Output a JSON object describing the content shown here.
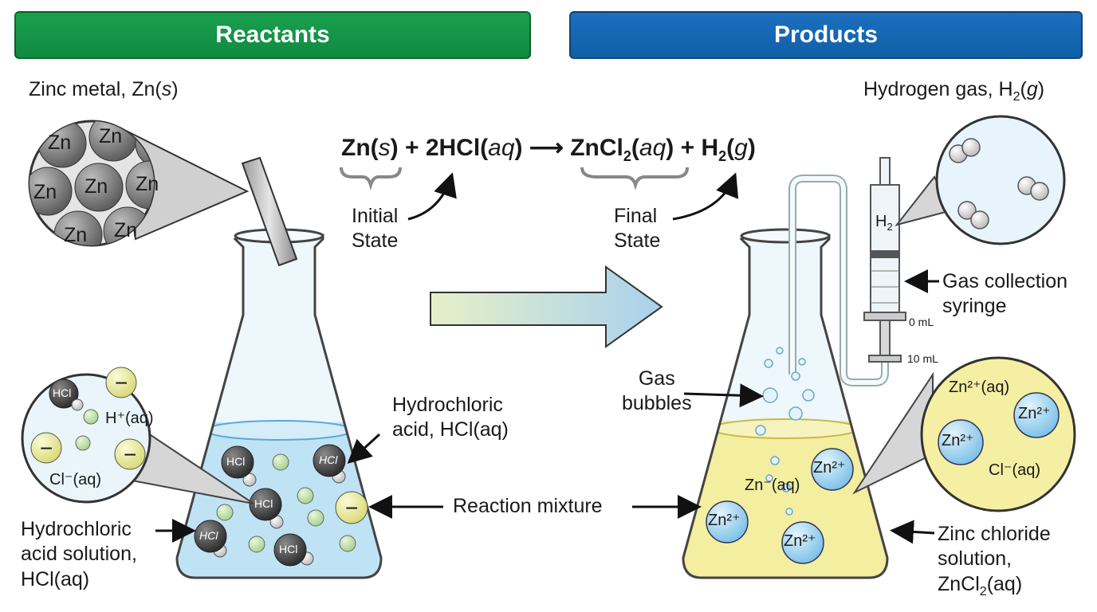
{
  "headers": {
    "reactants": "Reactants",
    "products": "Products"
  },
  "equation": {
    "zn": "Zn(",
    "zn_state": "s",
    "zn_close": ")",
    "plus1": " + 2HCl(",
    "hcl_state": "aq",
    "hcl_close": ")",
    "arrow": " ⟶ ",
    "zncl": "ZnCl",
    "zncl_sub": "2",
    "zncl_open": "(",
    "zncl_state": "aq",
    "zncl_close": ")",
    "plus2": " + H",
    "h_sub": "2",
    "h_open": "(",
    "h_state": "g",
    "h_close": ")"
  },
  "state_labels": {
    "initial_1": "Initial",
    "initial_2": "State",
    "final_1": "Final",
    "final_2": "State"
  },
  "labels": {
    "zinc_metal": "Zinc metal, Zn(",
    "zinc_metal_state": "s",
    "zinc_metal_close": ")",
    "hydrogen_gas": "Hydrogen gas, H",
    "hydrogen_sub": "2",
    "hydrogen_open": "(",
    "hydrogen_state": "g",
    "hydrogen_close": ")",
    "gas_collection_1": "Gas collection",
    "gas_collection_2": "syringe",
    "gas_bubbles_1": "Gas",
    "gas_bubbles_2": "bubbles",
    "hcl_aq_1": "Hydrochloric",
    "hcl_aq_2": "acid, HCl(aq)",
    "reaction_mixture": "Reaction mixture",
    "hcl_solution_1": "Hydrochloric",
    "hcl_solution_2": "acid solution,",
    "hcl_solution_3": "HCl(aq)",
    "zncl_solution_1": "Zinc chloride",
    "zncl_solution_2": "solution,",
    "zncl_solution_3": "ZnCl",
    "zncl_solution_sub": "2",
    "zncl_solution_4": "(aq)",
    "syringe_0": "0 mL",
    "syringe_10": "10 mL",
    "syringe_h2": "H",
    "syringe_h2_sub": "2"
  },
  "particles": {
    "zn": "Zn",
    "hcl": "HCl",
    "minus": "−",
    "h_plus": "H⁺(aq)",
    "cl_minus": "Cl⁻(aq)",
    "zn2_aq": "Zn²⁺(aq)",
    "zn2": "Zn²⁺",
    "zn_minus_aq": "Zn⁻(aq)"
  },
  "colors": {
    "reactants_green": "#1aa04f",
    "products_blue": "#1c6fbf",
    "hcl_liquid": "#bfe3f5",
    "zncl2_liquid": "#f3eea0",
    "zn_sphere": "#7a7a7a",
    "cl_ion": "#eef0a8",
    "h_ion": "#c7e6b0",
    "zn2_ion": "#a9d8f2"
  },
  "icons": [
    "zinc-strip-icon",
    "flask-icon",
    "syringe-icon",
    "reaction-arrow-icon",
    "zoom-circle-icon"
  ]
}
